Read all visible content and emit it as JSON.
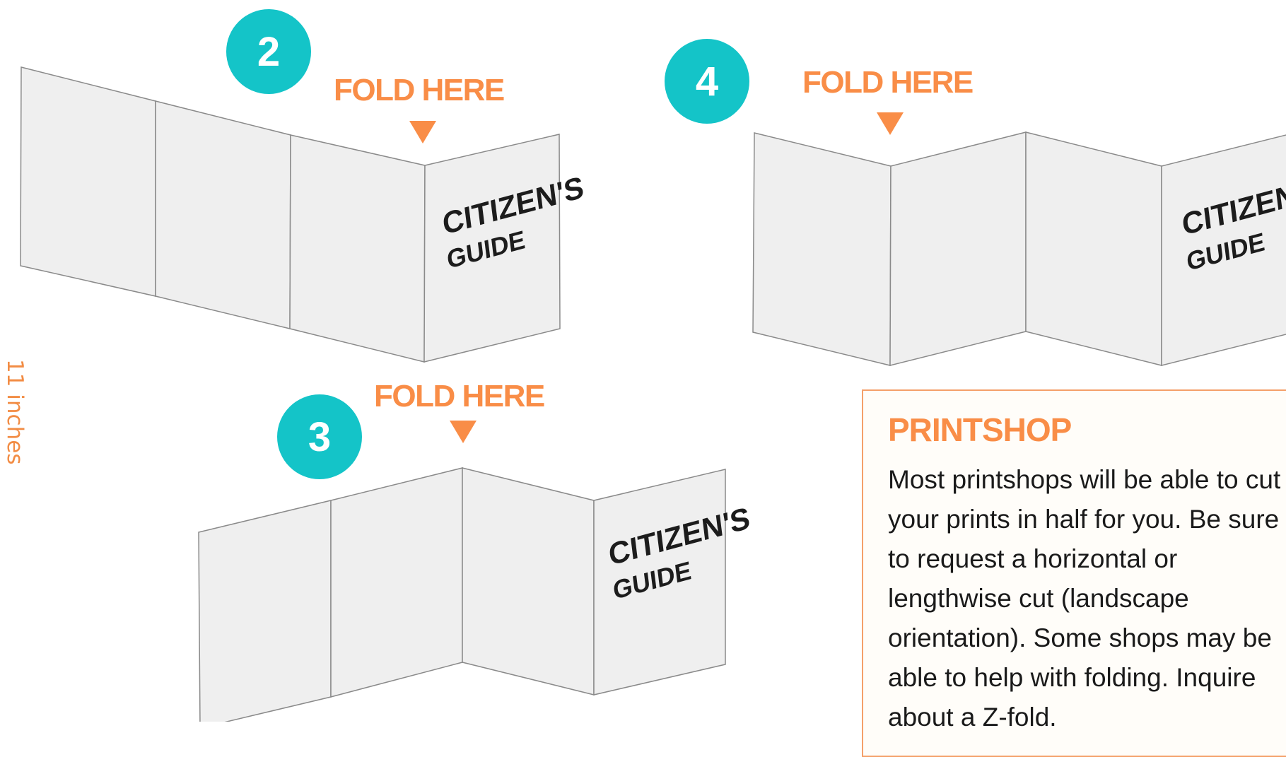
{
  "side_label": "11 inches",
  "fold_label": "FOLD HERE",
  "cover_title_line1": "CITIZEN'S",
  "cover_title_line2": "GUIDE",
  "steps": [
    {
      "number": "2"
    },
    {
      "number": "3"
    },
    {
      "number": "4"
    }
  ],
  "printshop": {
    "title": "PRINTSHOP",
    "body": "Most printshops will be able to cut your prints in half for you. Be sure to request a horizontal or lengthwise cut (landscape orientation). Some shops may be able to help with folding. Inquire about a Z-fold."
  },
  "colors": {
    "accent_orange": "#f98d47",
    "step_teal": "#14c4c8",
    "panel_fill": "#efefef",
    "panel_stroke": "#8a8a8a"
  }
}
